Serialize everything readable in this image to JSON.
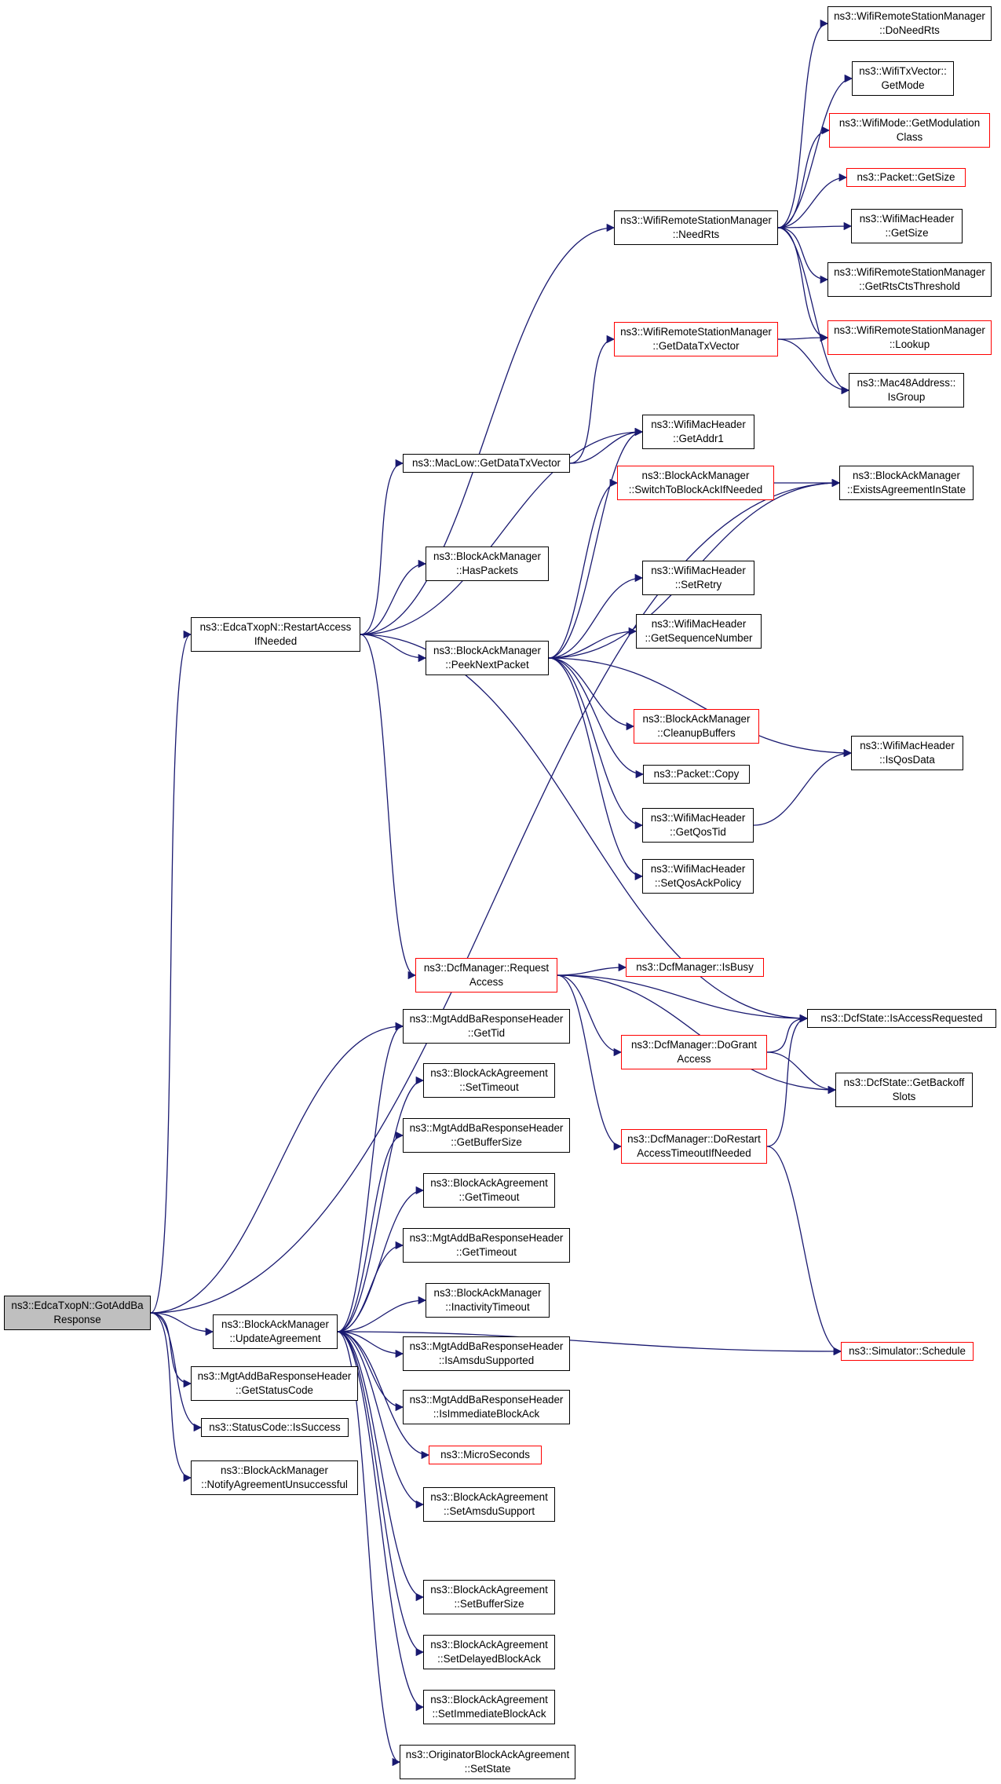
{
  "colors": {
    "edge": "#191970",
    "node_border": "#000000",
    "truncated_border": "#ff0000",
    "root_fill": "#bfbfbf"
  },
  "nodes": {
    "got_add_ba_response": {
      "lines": [
        "ns3::EdcaTxopN::GotAddBa",
        "Response"
      ],
      "status": "root"
    },
    "restart_access_if_needed": {
      "lines": [
        "ns3::EdcaTxopN::RestartAccess",
        "IfNeeded"
      ],
      "status": "normal"
    },
    "update_agreement": {
      "lines": [
        "ns3::BlockAckManager",
        "::UpdateAgreement"
      ],
      "status": "normal"
    },
    "mgt_get_status_code": {
      "lines": [
        "ns3::MgtAddBaResponseHeader",
        "::GetStatusCode"
      ],
      "status": "normal"
    },
    "status_code_is_success": {
      "lines": [
        "ns3::StatusCode::IsSuccess"
      ],
      "status": "normal"
    },
    "notify_agreement_unsuccessful": {
      "lines": [
        "ns3::BlockAckManager",
        "::NotifyAgreementUnsuccessful"
      ],
      "status": "normal"
    },
    "need_rts": {
      "lines": [
        "ns3::WifiRemoteStationManager",
        "::NeedRts"
      ],
      "status": "normal"
    },
    "get_data_tx_vector_rsm": {
      "lines": [
        "ns3::WifiRemoteStationManager",
        "::GetDataTxVector"
      ],
      "status": "truncated"
    },
    "maclow_get_data_tx_vector": {
      "lines": [
        "ns3::MacLow::GetDataTxVector"
      ],
      "status": "normal"
    },
    "has_packets": {
      "lines": [
        "ns3::BlockAckManager",
        "::HasPackets"
      ],
      "status": "normal"
    },
    "peek_next_packet": {
      "lines": [
        "ns3::BlockAckManager",
        "::PeekNextPacket"
      ],
      "status": "normal"
    },
    "dcf_request_access": {
      "lines": [
        "ns3::DcfManager::Request",
        "Access"
      ],
      "status": "truncated"
    },
    "do_need_rts": {
      "lines": [
        "ns3::WifiRemoteStationManager",
        "::DoNeedRts"
      ],
      "status": "normal"
    },
    "tx_vector_get_mode": {
      "lines": [
        "ns3::WifiTxVector::",
        "GetMode"
      ],
      "status": "normal"
    },
    "get_modulation_class": {
      "lines": [
        "ns3::WifiMode::GetModulation",
        "Class"
      ],
      "status": "truncated"
    },
    "packet_get_size": {
      "lines": [
        "ns3::Packet::GetSize"
      ],
      "status": "truncated"
    },
    "mac_header_get_size": {
      "lines": [
        "ns3::WifiMacHeader",
        "::GetSize"
      ],
      "status": "normal"
    },
    "get_rts_cts_threshold": {
      "lines": [
        "ns3::WifiRemoteStationManager",
        "::GetRtsCtsThreshold"
      ],
      "status": "normal"
    },
    "rsm_lookup": {
      "lines": [
        "ns3::WifiRemoteStationManager",
        "::Lookup"
      ],
      "status": "truncated"
    },
    "mac48_is_group": {
      "lines": [
        "ns3::Mac48Address::",
        "IsGroup"
      ],
      "status": "normal"
    },
    "get_addr1": {
      "lines": [
        "ns3::WifiMacHeader",
        "::GetAddr1"
      ],
      "status": "normal"
    },
    "switch_to_block_ack": {
      "lines": [
        "ns3::BlockAckManager",
        "::SwitchToBlockAckIfNeeded"
      ],
      "status": "truncated"
    },
    "exists_agreement_in_state": {
      "lines": [
        "ns3::BlockAckManager",
        "::ExistsAgreementInState"
      ],
      "status": "normal"
    },
    "set_retry": {
      "lines": [
        "ns3::WifiMacHeader",
        "::SetRetry"
      ],
      "status": "normal"
    },
    "get_sequence_number": {
      "lines": [
        "ns3::WifiMacHeader",
        "::GetSequenceNumber"
      ],
      "status": "normal"
    },
    "cleanup_buffers": {
      "lines": [
        "ns3::BlockAckManager",
        "::CleanupBuffers"
      ],
      "status": "truncated"
    },
    "is_qos_data": {
      "lines": [
        "ns3::WifiMacHeader",
        "::IsQosData"
      ],
      "status": "normal"
    },
    "packet_copy": {
      "lines": [
        "ns3::Packet::Copy"
      ],
      "status": "normal"
    },
    "get_qos_tid": {
      "lines": [
        "ns3::WifiMacHeader",
        "::GetQosTid"
      ],
      "status": "normal"
    },
    "set_qos_ack_policy": {
      "lines": [
        "ns3::WifiMacHeader",
        "::SetQosAckPolicy"
      ],
      "status": "normal"
    },
    "dcf_is_busy": {
      "lines": [
        "ns3::DcfManager::IsBusy"
      ],
      "status": "truncated"
    },
    "is_access_requested": {
      "lines": [
        "ns3::DcfState::IsAccessRequested"
      ],
      "status": "normal"
    },
    "do_grant_access": {
      "lines": [
        "ns3::DcfManager::DoGrant",
        "Access"
      ],
      "status": "truncated"
    },
    "get_backoff_slots": {
      "lines": [
        "ns3::DcfState::GetBackoff",
        "Slots"
      ],
      "status": "normal"
    },
    "do_restart_access_timeout": {
      "lines": [
        "ns3::DcfManager::DoRestart",
        "AccessTimeoutIfNeeded"
      ],
      "status": "truncated"
    },
    "simulator_schedule": {
      "lines": [
        "ns3::Simulator::Schedule"
      ],
      "status": "truncated"
    },
    "mgt_get_tid": {
      "lines": [
        "ns3::MgtAddBaResponseHeader",
        "::GetTid"
      ],
      "status": "normal"
    },
    "set_timeout": {
      "lines": [
        "ns3::BlockAckAgreement",
        "::SetTimeout"
      ],
      "status": "normal"
    },
    "get_buffer_size": {
      "lines": [
        "ns3::MgtAddBaResponseHeader",
        "::GetBufferSize"
      ],
      "status": "normal"
    },
    "agreement_get_timeout": {
      "lines": [
        "ns3::BlockAckAgreement",
        "::GetTimeout"
      ],
      "status": "normal"
    },
    "mgt_get_timeout": {
      "lines": [
        "ns3::MgtAddBaResponseHeader",
        "::GetTimeout"
      ],
      "status": "normal"
    },
    "inactivity_timeout": {
      "lines": [
        "ns3::BlockAckManager",
        "::InactivityTimeout"
      ],
      "status": "normal"
    },
    "is_amsdu_supported": {
      "lines": [
        "ns3::MgtAddBaResponseHeader",
        "::IsAmsduSupported"
      ],
      "status": "normal"
    },
    "is_immediate_block_ack": {
      "lines": [
        "ns3::MgtAddBaResponseHeader",
        "::IsImmediateBlockAck"
      ],
      "status": "normal"
    },
    "micro_seconds": {
      "lines": [
        "ns3::MicroSeconds"
      ],
      "status": "truncated"
    },
    "set_amsdu_support": {
      "lines": [
        "ns3::BlockAckAgreement",
        "::SetAmsduSupport"
      ],
      "status": "normal"
    },
    "set_buffer_size": {
      "lines": [
        "ns3::BlockAckAgreement",
        "::SetBufferSize"
      ],
      "status": "normal"
    },
    "set_delayed_block_ack": {
      "lines": [
        "ns3::BlockAckAgreement",
        "::SetDelayedBlockAck"
      ],
      "status": "normal"
    },
    "set_immediate_block_ack": {
      "lines": [
        "ns3::BlockAckAgreement",
        "::SetImmediateBlockAck"
      ],
      "status": "normal"
    },
    "originator_set_state": {
      "lines": [
        "ns3::OriginatorBlockAckAgreement",
        "::SetState"
      ],
      "status": "normal"
    }
  },
  "edges": [
    [
      "got_add_ba_response",
      "restart_access_if_needed"
    ],
    [
      "got_add_ba_response",
      "update_agreement"
    ],
    [
      "got_add_ba_response",
      "mgt_get_status_code"
    ],
    [
      "got_add_ba_response",
      "status_code_is_success"
    ],
    [
      "got_add_ba_response",
      "notify_agreement_unsuccessful"
    ],
    [
      "got_add_ba_response",
      "exists_agreement_in_state"
    ],
    [
      "got_add_ba_response",
      "mgt_get_tid"
    ],
    [
      "restart_access_if_needed",
      "need_rts"
    ],
    [
      "restart_access_if_needed",
      "maclow_get_data_tx_vector"
    ],
    [
      "restart_access_if_needed",
      "has_packets"
    ],
    [
      "restart_access_if_needed",
      "peek_next_packet"
    ],
    [
      "restart_access_if_needed",
      "dcf_request_access"
    ],
    [
      "restart_access_if_needed",
      "get_addr1"
    ],
    [
      "restart_access_if_needed",
      "is_access_requested"
    ],
    [
      "need_rts",
      "do_need_rts"
    ],
    [
      "need_rts",
      "tx_vector_get_mode"
    ],
    [
      "need_rts",
      "get_modulation_class"
    ],
    [
      "need_rts",
      "packet_get_size"
    ],
    [
      "need_rts",
      "mac_header_get_size"
    ],
    [
      "need_rts",
      "get_rts_cts_threshold"
    ],
    [
      "need_rts",
      "rsm_lookup"
    ],
    [
      "need_rts",
      "mac48_is_group"
    ],
    [
      "get_data_tx_vector_rsm",
      "rsm_lookup"
    ],
    [
      "get_data_tx_vector_rsm",
      "mac48_is_group"
    ],
    [
      "maclow_get_data_tx_vector",
      "get_data_tx_vector_rsm"
    ],
    [
      "maclow_get_data_tx_vector",
      "get_addr1"
    ],
    [
      "peek_next_packet",
      "get_addr1"
    ],
    [
      "peek_next_packet",
      "switch_to_block_ack"
    ],
    [
      "peek_next_packet",
      "exists_agreement_in_state"
    ],
    [
      "peek_next_packet",
      "set_retry"
    ],
    [
      "peek_next_packet",
      "get_sequence_number"
    ],
    [
      "peek_next_packet",
      "cleanup_buffers"
    ],
    [
      "peek_next_packet",
      "is_qos_data"
    ],
    [
      "peek_next_packet",
      "packet_copy"
    ],
    [
      "peek_next_packet",
      "get_qos_tid"
    ],
    [
      "peek_next_packet",
      "set_qos_ack_policy"
    ],
    [
      "switch_to_block_ack",
      "exists_agreement_in_state"
    ],
    [
      "get_qos_tid",
      "is_qos_data"
    ],
    [
      "dcf_request_access",
      "dcf_is_busy"
    ],
    [
      "dcf_request_access",
      "is_access_requested"
    ],
    [
      "dcf_request_access",
      "do_grant_access"
    ],
    [
      "dcf_request_access",
      "get_backoff_slots"
    ],
    [
      "dcf_request_access",
      "do_restart_access_timeout"
    ],
    [
      "do_grant_access",
      "is_access_requested"
    ],
    [
      "do_grant_access",
      "get_backoff_slots"
    ],
    [
      "do_restart_access_timeout",
      "is_access_requested"
    ],
    [
      "do_restart_access_timeout",
      "simulator_schedule"
    ],
    [
      "update_agreement",
      "mgt_get_tid"
    ],
    [
      "update_agreement",
      "set_timeout"
    ],
    [
      "update_agreement",
      "get_buffer_size"
    ],
    [
      "update_agreement",
      "agreement_get_timeout"
    ],
    [
      "update_agreement",
      "mgt_get_timeout"
    ],
    [
      "update_agreement",
      "inactivity_timeout"
    ],
    [
      "update_agreement",
      "is_amsdu_supported"
    ],
    [
      "update_agreement",
      "is_immediate_block_ack"
    ],
    [
      "update_agreement",
      "micro_seconds"
    ],
    [
      "update_agreement",
      "set_amsdu_support"
    ],
    [
      "update_agreement",
      "simulator_schedule"
    ],
    [
      "update_agreement",
      "set_buffer_size"
    ],
    [
      "update_agreement",
      "set_delayed_block_ack"
    ],
    [
      "update_agreement",
      "set_immediate_block_ack"
    ],
    [
      "update_agreement",
      "originator_set_state"
    ]
  ]
}
